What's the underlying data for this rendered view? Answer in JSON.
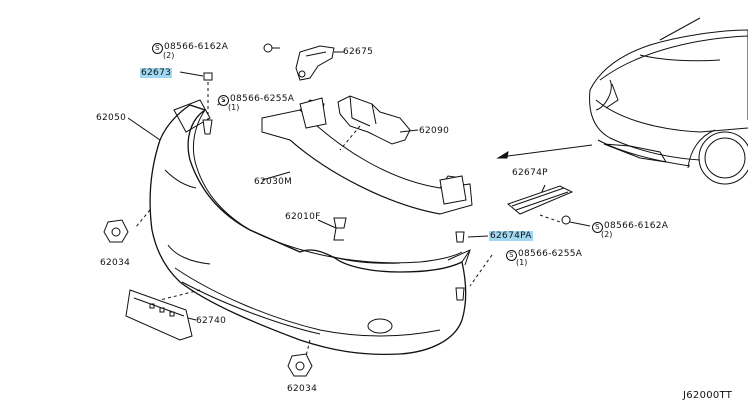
{
  "labels": {
    "p62673": "62673",
    "p62675": "62675",
    "p62050": "62050",
    "p62090": "62090",
    "p62030m": "62030M",
    "p62010f": "62010F",
    "p62674p": "62674P",
    "p62674pa": "62674PA",
    "p62034_left": "62034",
    "p62034_bottom": "62034",
    "p62740": "62740"
  },
  "refs": {
    "ref1_code": "08566-6162A",
    "ref1_qty": "(2)",
    "ref2_code": "08566-6255A",
    "ref2_qty": "(1)",
    "ref3_code": "08566-6162A",
    "ref3_qty": "(2)",
    "ref4_code": "08566-6255A",
    "ref4_qty": "(1)",
    "s_mark": "S"
  },
  "highlighted": [
    "62673",
    "62674PA"
  ],
  "highlight_color": "#9fd8f2",
  "diagram_code": "J62000TT"
}
